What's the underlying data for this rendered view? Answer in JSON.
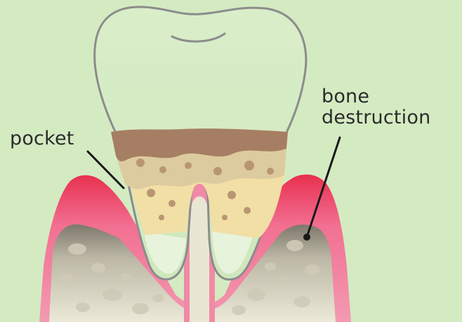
{
  "labels": {
    "pocket": "pocket",
    "bone_line1": "bone",
    "bone_line2": "destruction"
  },
  "colors": {
    "background": "#d4ebc2",
    "gum_pink": "#f08aa6",
    "gum_edge_red": "#e8304f",
    "bone": "#e9e6d3",
    "bone_shadow": "#8f8a7a",
    "tooth_crown": "#d6ecc6",
    "tooth_outline": "#8c8c8c",
    "tartar_brown": "#a67e63",
    "calculus_tan": "#dccb9e",
    "root_yellow": "#f1dfa6",
    "pointer_line": "#1a1a1a"
  }
}
